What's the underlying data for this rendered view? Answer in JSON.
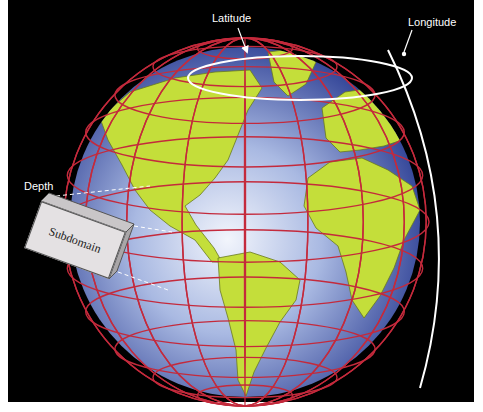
{
  "diagram": {
    "nodes": [
      {
        "text": [
          "Subdomain"
        ]
      }
    ],
    "labels": [
      "Latitude",
      "Longitude",
      "Depth"
    ]
  }
}
